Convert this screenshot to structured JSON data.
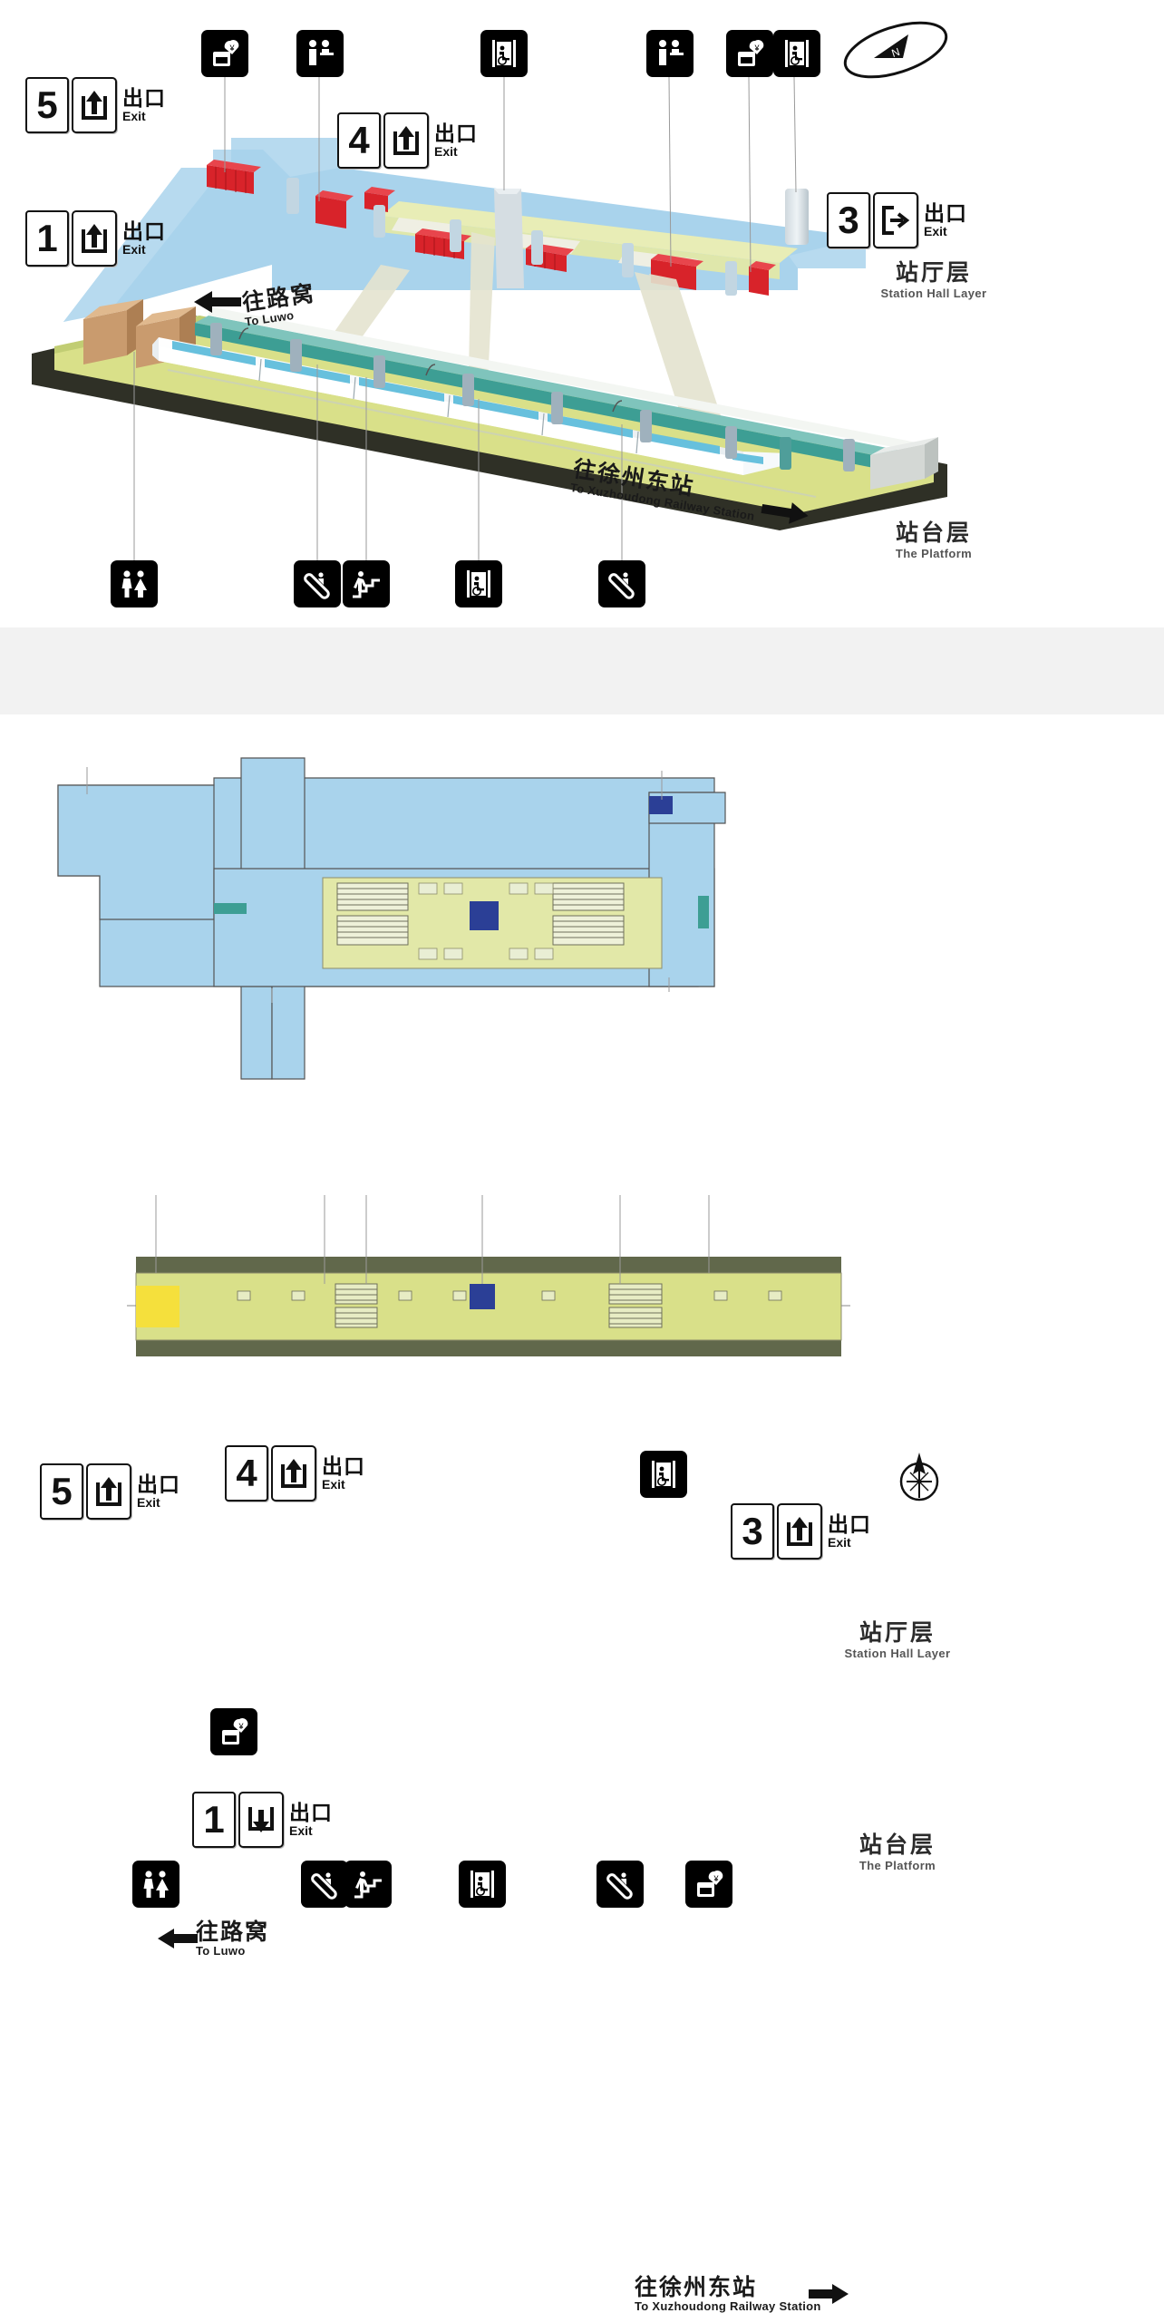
{
  "views": {
    "isometric": {
      "name": "isometric-3d-view",
      "layer_labels": [
        {
          "cn": "站厅层",
          "en": "Station Hall Layer"
        },
        {
          "cn": "站台层",
          "en": "The Platform"
        }
      ],
      "exits": [
        {
          "number": "5",
          "cn": "出口",
          "en": "Exit",
          "icon": "exit-up-arrow-icon"
        },
        {
          "number": "1",
          "cn": "出口",
          "en": "Exit",
          "icon": "exit-up-arrow-icon"
        },
        {
          "number": "4",
          "cn": "出口",
          "en": "Exit",
          "icon": "exit-up-arrow-icon"
        },
        {
          "number": "3",
          "cn": "出口",
          "en": "Exit",
          "icon": "exit-door-right-arrow-icon"
        }
      ],
      "hall_icons": [
        {
          "icon": "ticket-vending-machine-icon"
        },
        {
          "icon": "ticket-office-service-counter-icon"
        },
        {
          "icon": "accessible-elevator-icon"
        },
        {
          "icon": "ticket-office-service-counter-icon"
        },
        {
          "icon": "ticket-vending-machine-icon"
        },
        {
          "icon": "accessible-elevator-icon"
        }
      ],
      "platform_icons": [
        {
          "icon": "restroom-icon"
        },
        {
          "icon": "escalator-icon"
        },
        {
          "icon": "stairs-icon"
        },
        {
          "icon": "accessible-elevator-icon"
        },
        {
          "icon": "escalator-icon"
        }
      ],
      "directions": [
        {
          "cn": "往路窝",
          "en": "To Luwo",
          "arrow": "arrow-left-icon"
        },
        {
          "cn": "往徐州东站",
          "en": "To Xuzhoudong Railway Station",
          "arrow": "arrow-right-icon"
        }
      ],
      "compass": {
        "icon": "compass-north-icon"
      }
    },
    "plan": {
      "name": "plan-floor-view",
      "layer_labels": [
        {
          "cn": "站厅层",
          "en": "Station Hall Layer"
        },
        {
          "cn": "站台层",
          "en": "The Platform"
        }
      ],
      "exits": [
        {
          "number": "5",
          "cn": "出口",
          "en": "Exit",
          "icon": "exit-up-arrow-icon"
        },
        {
          "number": "4",
          "cn": "出口",
          "en": "Exit",
          "icon": "exit-up-arrow-icon"
        },
        {
          "number": "3",
          "cn": "出口",
          "en": "Exit",
          "icon": "exit-up-arrow-icon"
        },
        {
          "number": "1",
          "cn": "出口",
          "en": "Exit",
          "icon": "exit-down-arrow-icon"
        }
      ],
      "hall_icons": [
        {
          "icon": "accessible-elevator-icon"
        },
        {
          "icon": "ticket-vending-machine-icon"
        }
      ],
      "platform_icons": [
        {
          "icon": "restroom-icon"
        },
        {
          "icon": "escalator-icon"
        },
        {
          "icon": "stairs-icon"
        },
        {
          "icon": "accessible-elevator-icon"
        },
        {
          "icon": "escalator-icon"
        },
        {
          "icon": "ticket-vending-machine-icon"
        }
      ],
      "directions": [
        {
          "cn": "往路窝",
          "en": "To Luwo",
          "arrow": "arrow-left-icon"
        },
        {
          "cn": "往徐州东站",
          "en": "To Xuzhoudong Railway Station",
          "arrow": "arrow-right-icon"
        }
      ],
      "compass": {
        "icon": "compass-north-icon"
      }
    }
  },
  "colors": {
    "concourse_blue": "#a9d3ec",
    "paid_area_yellow": "#e2e8a8",
    "platform_green": "#61684b",
    "gate_red": "#d8232a",
    "accent_teal": "#3d9e94",
    "elevator_blue": "#2b3f96",
    "yellow_block": "#f5e03c",
    "icon_black": "#000000"
  }
}
